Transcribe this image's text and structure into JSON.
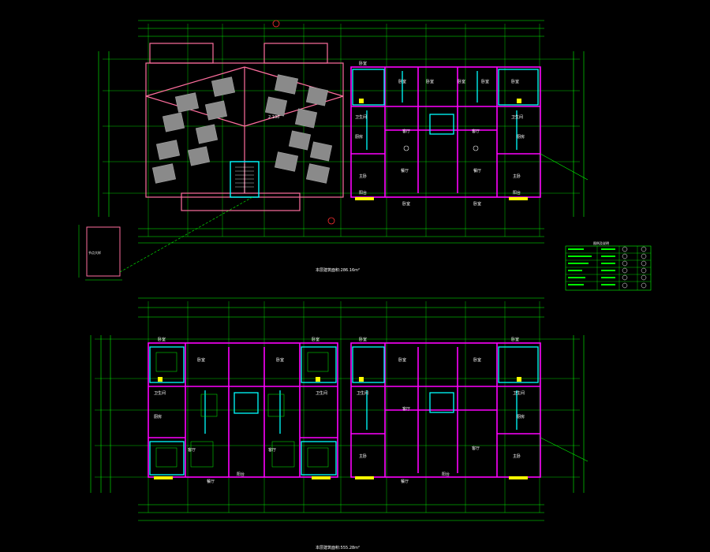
{
  "drawing": {
    "upper_plan": {
      "area_label": "本层建筑面积:286.16m²",
      "elevation_mark": "2.100",
      "callout_note": "",
      "room_labels": [
        "卧室",
        "卧室",
        "卧室",
        "卧室",
        "卧室",
        "卧室",
        "客厅",
        "客厅",
        "餐厅",
        "餐厅",
        "卫生间",
        "卫生间",
        "厨房",
        "厨房",
        "阳台",
        "阳台",
        "主卧",
        "主卧",
        "卧室",
        "卧室"
      ]
    },
    "lower_plan": {
      "area_label": "本层建筑面积:555.28m²",
      "room_labels": [
        "卧室",
        "卧室",
        "卧室",
        "卧室",
        "卧室",
        "卧室",
        "卧室",
        "卧室",
        "客厅",
        "客厅",
        "客厅",
        "客厅",
        "餐厅",
        "餐厅",
        "卫生间",
        "卫生间",
        "卫生间",
        "卫生间",
        "厨房",
        "厨房",
        "阳台",
        "阳台",
        "主卧",
        "主卧"
      ]
    },
    "detail_label": "节点大样",
    "legend": {
      "title": "图例及说明",
      "rows": [
        "",
        "",
        "",
        "",
        "",
        ""
      ]
    },
    "notes_block": [
      "",
      ""
    ]
  },
  "colors": {
    "background": "#000000",
    "grid_green": "#00ff00",
    "wall_magenta": "#ff00ff",
    "wall_cyan": "#00ffff",
    "dim_white": "#ffffff",
    "accent_yellow": "#ffff00",
    "accent_red": "#ff3030",
    "roof_pink": "#ff6e9e",
    "panel_gray": "#8a8a8a"
  }
}
